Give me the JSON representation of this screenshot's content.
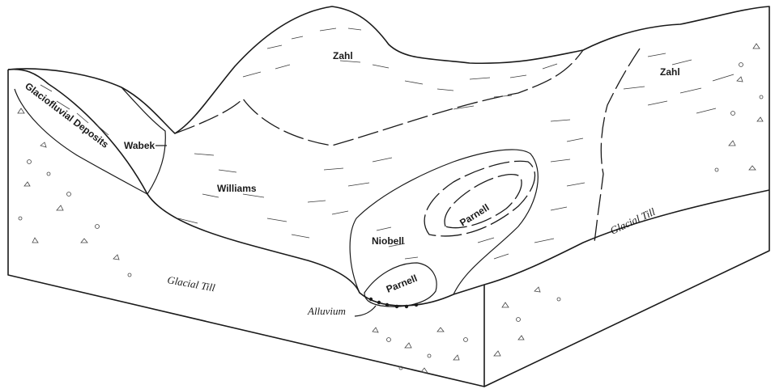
{
  "labels": {
    "zahl_top": "Zahl",
    "zahl_right": "Zahl",
    "wabek": "Wabek",
    "glaciofluvial": "Glaciofluvial Deposits",
    "williams": "Williams",
    "niobell": "Niobell",
    "parnell_upper": "Parnell",
    "parnell_lower": "Parnell",
    "alluvium": "Alluvium",
    "glacial_till_front": "Glacial Till",
    "glacial_till_side": "Glacial Till"
  }
}
